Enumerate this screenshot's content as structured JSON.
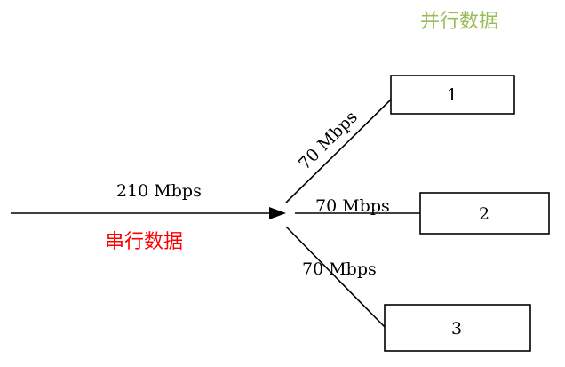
{
  "labels": {
    "parallel_data": "并行数据",
    "serial_data": "串行数据",
    "serial_rate": "210 Mbps",
    "branch_rate_top": "70 Mbps",
    "branch_rate_mid": "70 Mbps",
    "branch_rate_bottom": "70 Mbps"
  },
  "boxes": [
    {
      "label": "1"
    },
    {
      "label": "2"
    },
    {
      "label": "3"
    }
  ],
  "colors": {
    "parallel_label": "#9bbb59",
    "serial_label": "#ff0000",
    "stroke": "#000000"
  }
}
